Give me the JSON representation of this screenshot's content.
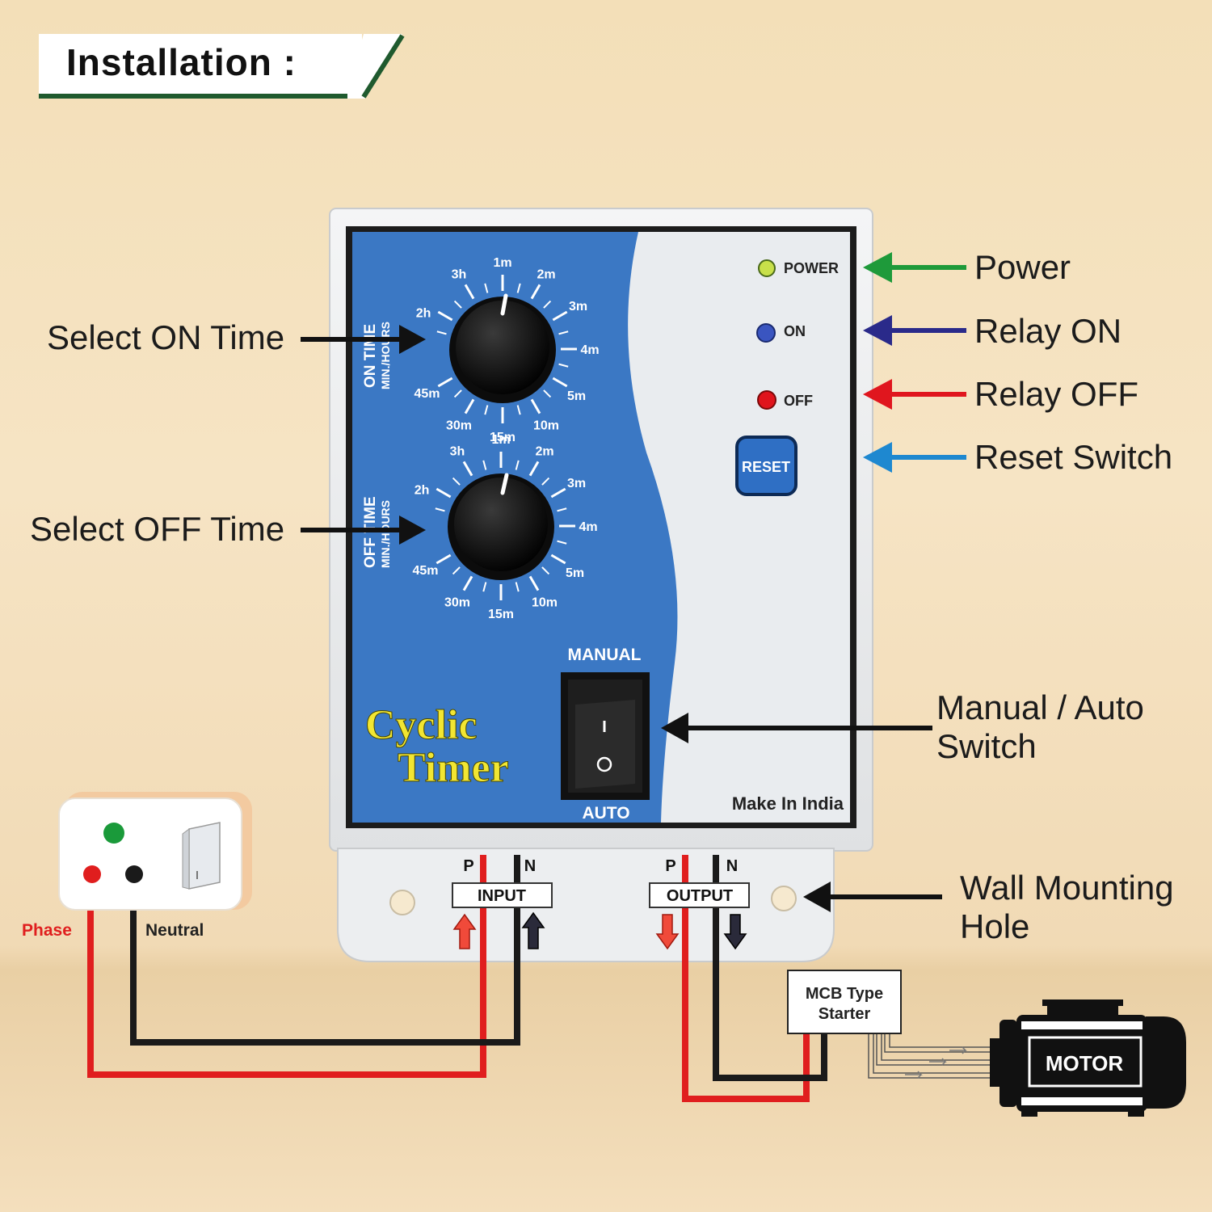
{
  "title": "Installation :",
  "callouts": {
    "select_on_time": "Select ON Time",
    "select_off_time": "Select OFF Time",
    "power": "Power",
    "relay_on": "Relay ON",
    "relay_off": "Relay OFF",
    "reset_switch": "Reset Switch",
    "manual_auto_line1": "Manual / Auto",
    "manual_auto_line2": "Switch",
    "wall_mount_line1": "Wall Mounting",
    "wall_mount_line2": "Hole"
  },
  "device": {
    "on_dial_label": "ON TIME",
    "on_dial_sublabel": "MIN./HOURS",
    "off_dial_label": "OFF TIME",
    "off_dial_sublabel": "MIN./HOURS",
    "dial_marks": [
      "1m",
      "2m",
      "3m",
      "4m",
      "5m",
      "10m",
      "15m",
      "30m",
      "45m",
      "2h",
      "3h"
    ],
    "power_led": "POWER",
    "on_led": "ON",
    "off_led": "OFF",
    "reset_button": "RESET",
    "manual_label": "MANUAL",
    "auto_label": "AUTO",
    "brand_line1": "Cyclic",
    "brand_line2": "Timer",
    "made_in": "Make In India",
    "terminal_p": "P",
    "terminal_n": "N",
    "input_label": "INPUT",
    "output_label": "OUTPUT"
  },
  "wiring": {
    "phase": "Phase",
    "neutral": "Neutral",
    "starter_line1": "MCB Type",
    "starter_line2": "Starter",
    "motor": "MOTOR"
  },
  "colors": {
    "panel_blue": "#3b78c4",
    "power_arrow": "#1e9a3a",
    "on_arrow": "#2a2a8a",
    "off_arrow": "#e0161e",
    "reset_arrow": "#1e88d0",
    "brand_yellow": "#f2e632",
    "phase_wire": "#e01e1e",
    "neutral_wire": "#1a1a1a",
    "title_accent": "#1f5a2e"
  }
}
